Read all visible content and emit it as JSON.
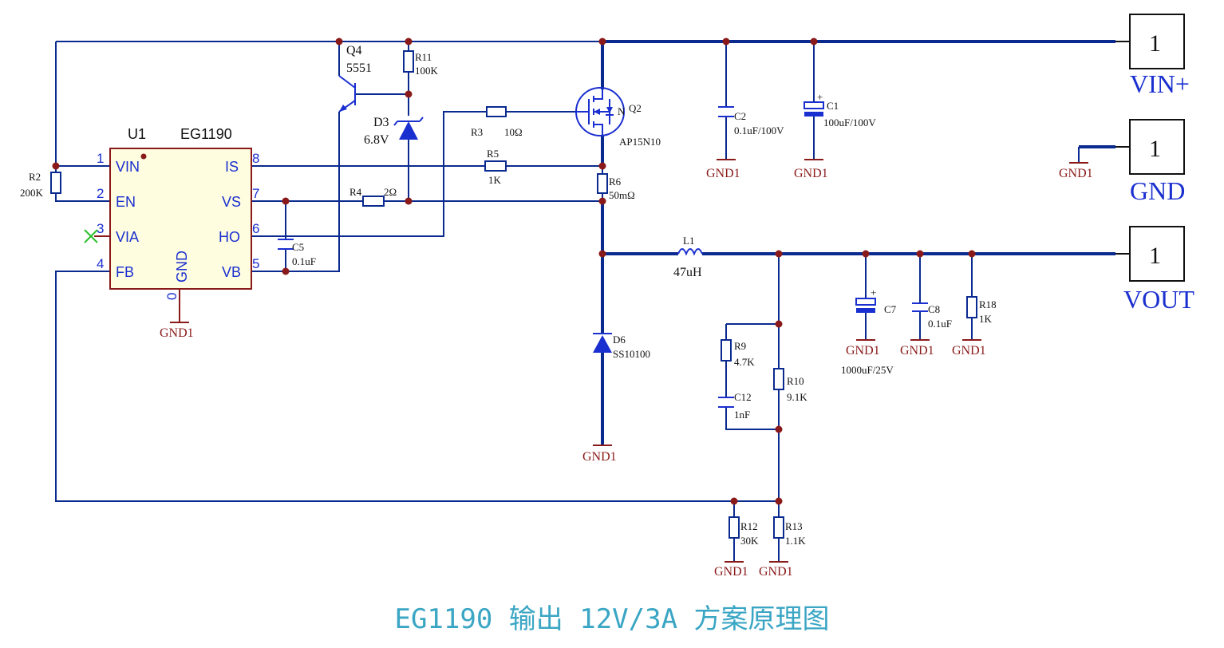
{
  "caption": "EG1190 输出 12V/3A 方案原理图",
  "ic": {
    "ref": "U1",
    "part": "EG1190",
    "pins": [
      {
        "num": "1",
        "name": "VIN"
      },
      {
        "num": "2",
        "name": "EN"
      },
      {
        "num": "3",
        "name": "VIA"
      },
      {
        "num": "4",
        "name": "FB"
      },
      {
        "num": "8",
        "name": "IS"
      },
      {
        "num": "7",
        "name": "VS"
      },
      {
        "num": "6",
        "name": "HO"
      },
      {
        "num": "5",
        "name": "VB"
      },
      {
        "num": "0",
        "name": "GND"
      }
    ]
  },
  "components": {
    "R2": {
      "ref": "R2",
      "value": "200K"
    },
    "Q4": {
      "ref": "Q4",
      "value": "5551"
    },
    "R11": {
      "ref": "R11",
      "value": "100K"
    },
    "D3": {
      "ref": "D3",
      "value": "6.8V"
    },
    "R3": {
      "ref": "R3",
      "value": "10Ω"
    },
    "R5": {
      "ref": "R5",
      "value": "1K"
    },
    "R4": {
      "ref": "R4",
      "value": "2Ω"
    },
    "C5": {
      "ref": "C5",
      "value": "0.1uF"
    },
    "Q2": {
      "ref": "Q2",
      "value": "AP15N10",
      "type_mark": "N"
    },
    "R6": {
      "ref": "R6",
      "value": "50mΩ"
    },
    "C2": {
      "ref": "C2",
      "value": "0.1uF/100V"
    },
    "C1": {
      "ref": "C1",
      "value": "100uF/100V"
    },
    "L1": {
      "ref": "L1",
      "value": "47uH"
    },
    "D6": {
      "ref": "D6",
      "value": "SS10100"
    },
    "R9": {
      "ref": "R9",
      "value": "4.7K"
    },
    "C12": {
      "ref": "C12",
      "value": "1nF"
    },
    "R10": {
      "ref": "R10",
      "value": "9.1K"
    },
    "C7": {
      "ref": "C7",
      "value": "1000uF/25V"
    },
    "C8": {
      "ref": "C8",
      "value": "0.1uF"
    },
    "R18": {
      "ref": "R18",
      "value": "1K"
    },
    "R12": {
      "ref": "R12",
      "value": "30K"
    },
    "R13": {
      "ref": "R13",
      "value": "1.1K"
    }
  },
  "gnd_label": "GND1",
  "ports": [
    {
      "num": "1",
      "name": "VIN+"
    },
    {
      "num": "1",
      "name": "GND"
    },
    {
      "num": "1",
      "name": "VOUT"
    }
  ],
  "colors": {
    "wire": "#0b2a8f",
    "part": "#1a2fcf",
    "ground": "#8a1a1a",
    "chip_outline": "#8a1a1a",
    "chip_fill": "#fffde0",
    "caption": "#3aa6c4",
    "no_connect": "#2bbf2b"
  }
}
